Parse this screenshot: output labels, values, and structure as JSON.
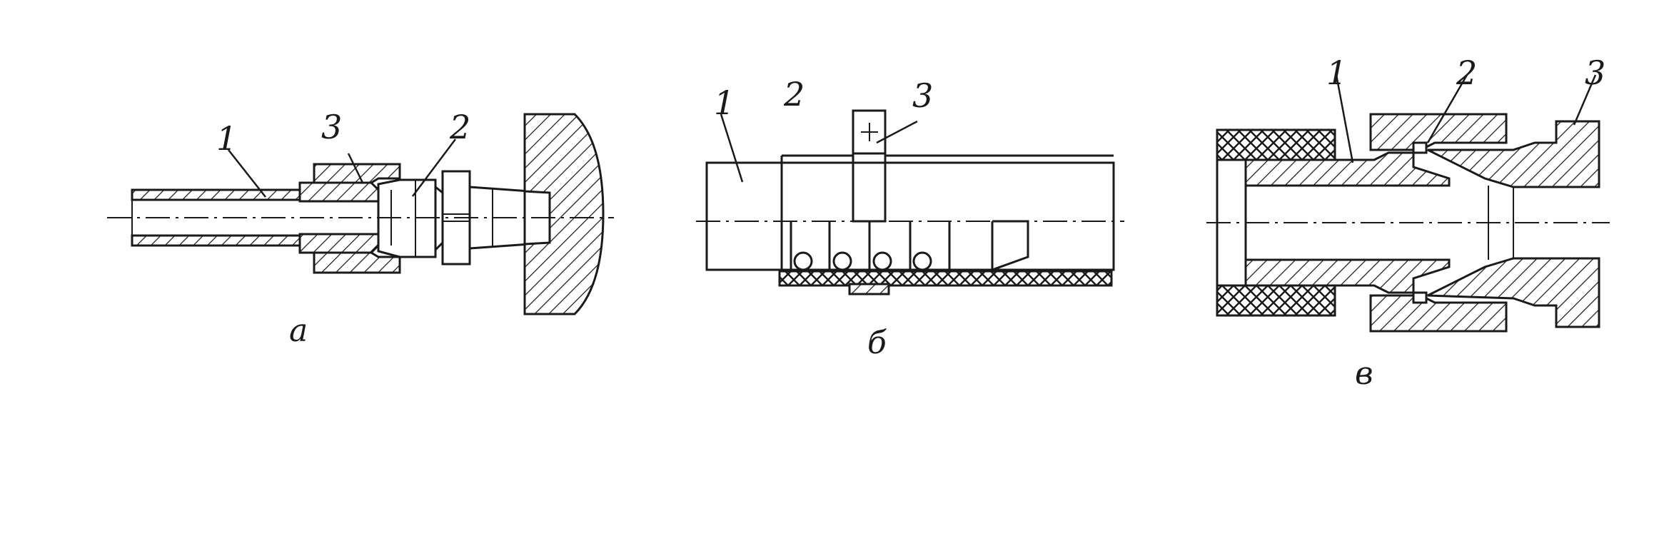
{
  "figures": [
    {
      "caption": "а",
      "callouts": [
        "1",
        "2",
        "3"
      ]
    },
    {
      "caption": "б",
      "callouts": [
        "1",
        "2",
        "3"
      ]
    },
    {
      "caption": "в",
      "callouts": [
        "1",
        "2",
        "3"
      ]
    }
  ],
  "colors": {
    "ink": "#1a1a1a",
    "paper": "#ffffff"
  }
}
